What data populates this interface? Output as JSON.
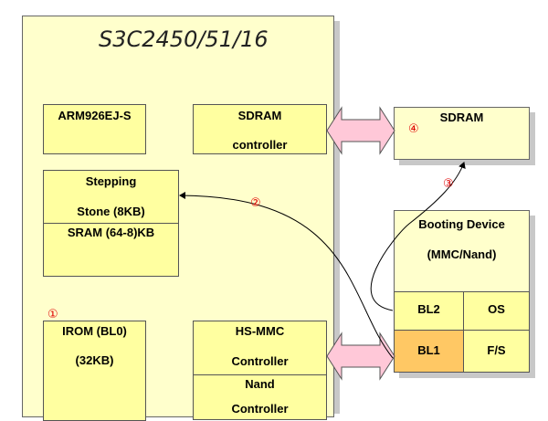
{
  "chip": {
    "title": "S3C2450/51/16"
  },
  "blocks": {
    "arm": {
      "label": "ARM926EJ-S"
    },
    "sdram_controller": {
      "line1": "SDRAM",
      "line2": "controller"
    },
    "stepping_stone": {
      "line1": "Stepping",
      "line2": "Stone (8KB)",
      "sram": "SRAM (64-8)KB"
    },
    "irom": {
      "line1": "IROM (BL0)",
      "line2": "(32KB)"
    },
    "hsmmc": {
      "line1": "HS-MMC",
      "line2": "Controller",
      "nand1": "Nand",
      "nand2": "Controller"
    }
  },
  "external": {
    "sdram": {
      "label": "SDRAM"
    },
    "booting": {
      "line1": "Booting Device",
      "line2": "(MMC/Nand)",
      "cells": {
        "bl2": "BL2",
        "os": "OS",
        "bl1": "BL1",
        "fs": "F/S"
      }
    }
  },
  "markers": {
    "m1": "①",
    "m2": "②",
    "m3": "③",
    "m4": "④"
  },
  "colors": {
    "box_fill": "#ffffcc",
    "block_fill": "#ffffa0",
    "bl1_fill": "#ffc864",
    "arrow_fill": "#ffc8d8",
    "marker": "#e00000"
  }
}
